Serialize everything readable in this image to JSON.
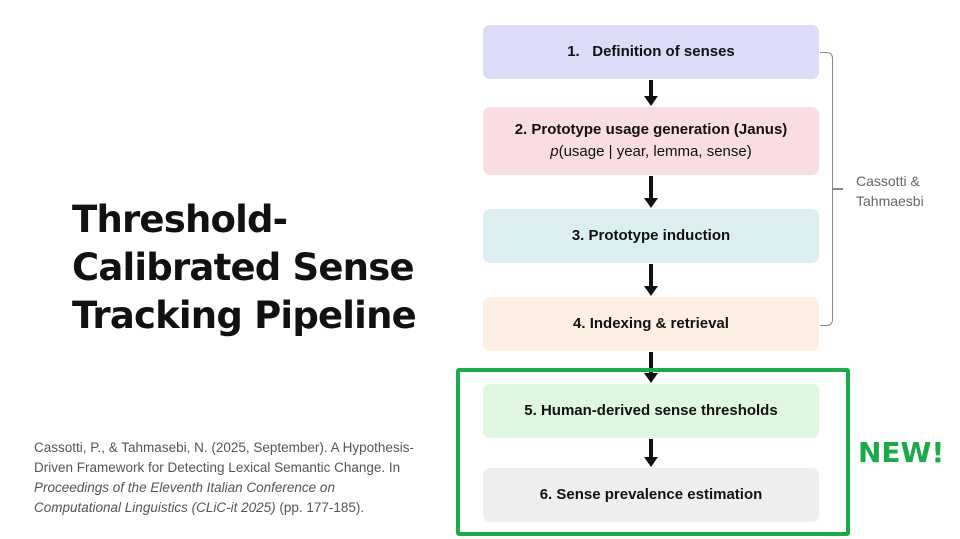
{
  "title_lines": [
    "Threshold-",
    "Calibrated Sense",
    "Tracking Pipeline"
  ],
  "citation": {
    "line1": "Cassotti, P., & Tahmasebi, N. (2025, September). A Hypothesis-",
    "line2": "Driven Framework for Detecting Lexical Semantic Change. In",
    "line3_italic": "Proceedings of the Eleventh Italian Conference on",
    "line4_italic": "Computational Linguistics (CLiC-it 2025)",
    "line4_rest": " (pp. 177-185)."
  },
  "steps": [
    {
      "label": "1.   Definition of senses",
      "color": "#dcdcf8"
    },
    {
      "label": "2. Prototype usage generation (Janus)",
      "formula_var": "p",
      "formula_rest": "(usage | year, lemma, sense)",
      "color": "#f9dde3"
    },
    {
      "label": "3. Prototype induction",
      "color": "#dbeff0"
    },
    {
      "label": "4. Indexing & retrieval",
      "color": "#fdf0e2"
    },
    {
      "label": "5. Human-derived sense thresholds",
      "color": "#def7de"
    },
    {
      "label": "6. Sense prevalence estimation",
      "color": "#eeeeee"
    }
  ],
  "bracket_label": [
    "Cassotti &",
    "Tahmaesbi"
  ],
  "new_label": "NEW!",
  "colors": {
    "highlight": "#1aaa4a",
    "arrow": "#111111",
    "bracket": "#888888"
  }
}
